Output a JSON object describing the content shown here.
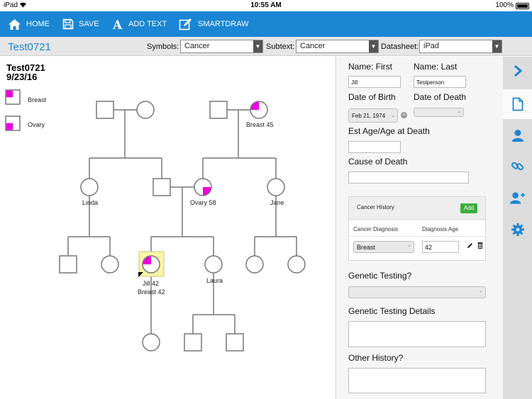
{
  "status_bar": {
    "device": "iPad",
    "time": "10:55 AM",
    "battery": "100%"
  },
  "toolbar": {
    "home": "HOME",
    "save": "SAVE",
    "add_text": "ADD TEXT",
    "smartdraw": "SMARTDRAW"
  },
  "options": {
    "title": "Test0721",
    "symbols_label": "Symbols:",
    "symbols_value": "Cancer",
    "subtext_label": "Subtext:",
    "subtext_value": "Cancer",
    "datasheet_label": "Datasheet:",
    "datasheet_value": "iPad"
  },
  "pedigree": {
    "title": "Test0721",
    "date": "9/23/16",
    "legend": [
      "Breast",
      "Ovary"
    ],
    "people": {
      "maternal_gm": "Breast  45",
      "linda": "Linda",
      "ovary": "Ovary  58",
      "jane": "Jane",
      "jill_name": "Jill  42",
      "jill_cancer": "Breast  42",
      "laura": "Laura"
    },
    "colors": {
      "affected": "#ee00dd",
      "line": "#777777",
      "proband_highlight": "#f8f6a6"
    }
  },
  "form": {
    "first_name_label": "Name: First",
    "first_name_value": "Jill",
    "last_name_label": "Name: Last",
    "last_name_value": "Testperson",
    "dob_label": "Date of Birth",
    "dob_value": "Feb 21, 1974",
    "dod_label": "Date of Death",
    "est_age_label": "Est Age/Age at Death",
    "cause_label": "Cause of Death",
    "cancer_history": {
      "title": "Cancer History",
      "add_label": "Add",
      "col_diagnosis": "Cancer Diagnosis",
      "col_age": "Diagnosis Age",
      "diagnosis_value": "Breast",
      "age_value": "42"
    },
    "genetic_testing_label": "Genetic Testing?",
    "genetic_details_label": "Genetic Testing Details",
    "other_history_label": "Other History?"
  },
  "sidebar": {
    "icons": [
      "chevron-right-icon",
      "document-icon",
      "user-icon",
      "link-icon",
      "add-user-icon",
      "gear-icon"
    ],
    "accent": "#1a86d4"
  }
}
